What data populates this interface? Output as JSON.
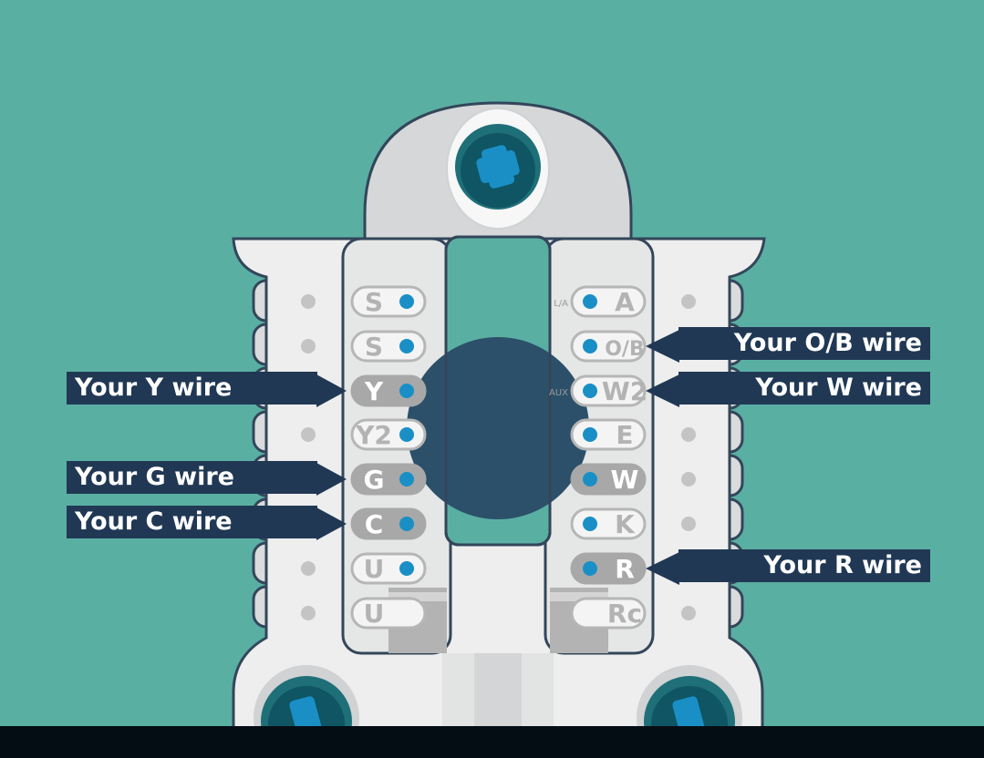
{
  "terminals_left": [
    {
      "label": "S",
      "pill": "outline",
      "dot": true
    },
    {
      "label": "S",
      "pill": "outline",
      "dot": true
    },
    {
      "label": "Y",
      "pill": "filled",
      "dot": true
    },
    {
      "label": "Y2",
      "pill": "outline",
      "dot": true
    },
    {
      "label": "G",
      "pill": "filled",
      "dot": true
    },
    {
      "label": "C",
      "pill": "filled",
      "dot": true
    },
    {
      "label": "U",
      "pill": "outline",
      "dot": true
    },
    {
      "label": "U",
      "pill": "outline",
      "dot": false
    }
  ],
  "terminals_right": [
    {
      "label": "A",
      "pill": "outline",
      "dot": true,
      "side_label": "L/A"
    },
    {
      "label": "O/B",
      "pill": "outline",
      "dot": true,
      "side_label": ""
    },
    {
      "label": "W2",
      "pill": "outline",
      "dot": true,
      "side_label": "AUX"
    },
    {
      "label": "E",
      "pill": "outline",
      "dot": true,
      "side_label": ""
    },
    {
      "label": "W",
      "pill": "filled",
      "dot": true,
      "side_label": ""
    },
    {
      "label": "K",
      "pill": "outline",
      "dot": true,
      "side_label": ""
    },
    {
      "label": "R",
      "pill": "filled",
      "dot": true,
      "side_label": ""
    },
    {
      "label": "Rc",
      "pill": "outline",
      "dot": false,
      "side_label": ""
    }
  ],
  "callouts": {
    "y_wire": "Your Y wire",
    "g_wire": "Your G wire",
    "c_wire": "Your C wire",
    "ob_wire": "Your O/B wire",
    "w_wire": "Your W wire",
    "r_wire": "Your R wire"
  },
  "colors": {
    "background": "#5aafa3",
    "plate": "#eeeeee",
    "outline": "#33465a",
    "callout": "#203854",
    "terminal_dot": "#1a8fc6",
    "screw": "#1a8fc6",
    "center_circle": "#2c5069",
    "bottom_bar": "#050d14"
  }
}
